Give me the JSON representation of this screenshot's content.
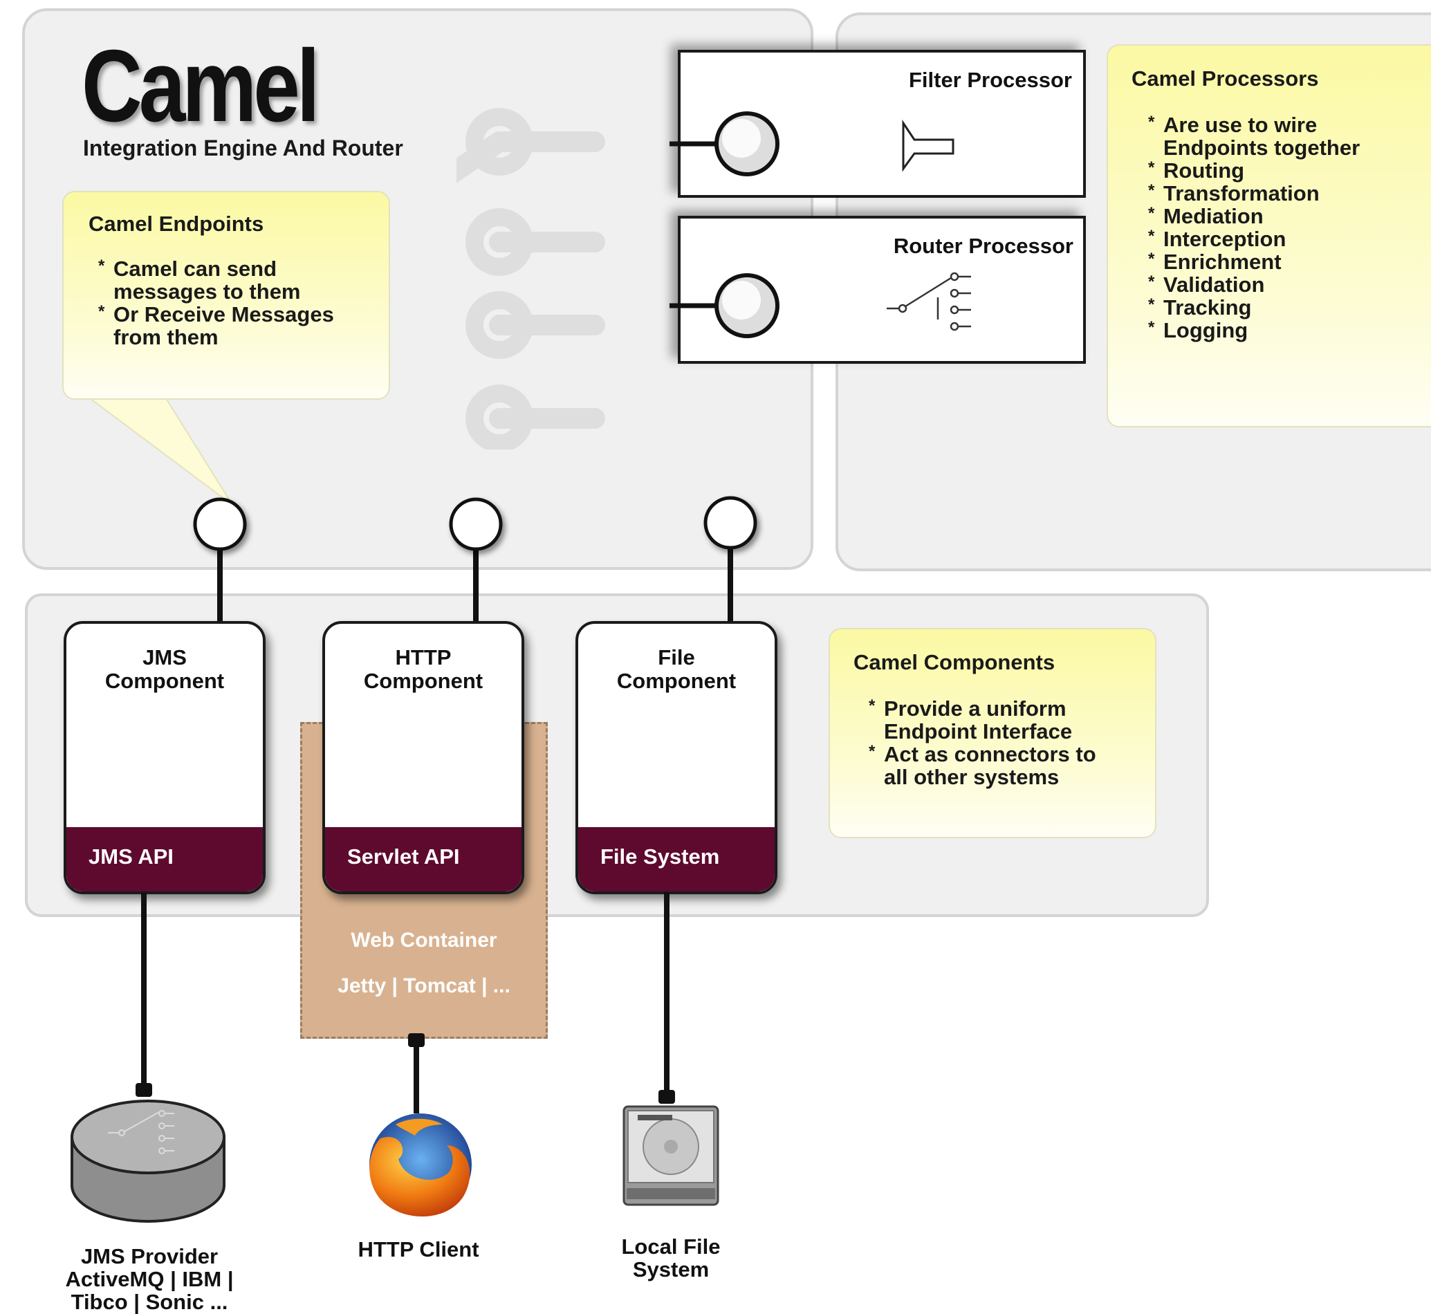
{
  "header": {
    "logo": "Camel",
    "subtitle": "Integration Engine And Router"
  },
  "endpoints_note": {
    "title": "Camel Endpoints",
    "items": [
      "Camel can send messages to them",
      "Or Receive Messages from them"
    ]
  },
  "processors": {
    "filter": {
      "title": "Filter Processor",
      "icon": "funnel-icon"
    },
    "router": {
      "title": "Router Processor",
      "icon": "switch-icon"
    }
  },
  "processors_note": {
    "title": "Camel Processors",
    "items": [
      "Are use to wire Endpoints together",
      "Routing",
      "Transformation",
      "Mediation",
      "Interception",
      "Enrichment",
      "Validation",
      "Tracking",
      "Logging"
    ]
  },
  "components": [
    {
      "title": "JMS\nComponent",
      "api": "JMS API"
    },
    {
      "title": "HTTP\nComponent",
      "api": "Servlet API"
    },
    {
      "title": "File\nComponent",
      "api": "File System"
    }
  ],
  "components_note": {
    "title": "Camel Components",
    "items": [
      "Provide a uniform Endpoint Interface",
      "Act as connectors to all other systems"
    ]
  },
  "web_container": {
    "title": "Web Container",
    "subtitle": "Jetty | Tomcat | ..."
  },
  "externals": [
    {
      "label": "JMS Provider\nActiveMQ | IBM |\nTibco | Sonic ...",
      "icon": "database-icon"
    },
    {
      "label": "HTTP Client",
      "icon": "firefox-icon"
    },
    {
      "label": "Local File\nSystem",
      "icon": "hard-drive-icon"
    }
  ],
  "colors": {
    "api_bar": "#5e0a2e",
    "logo_accent": "#5e0a2e",
    "note_fill": "#fbf9a3",
    "web_container": "#d8b290",
    "panel": "#f0f0f0"
  }
}
